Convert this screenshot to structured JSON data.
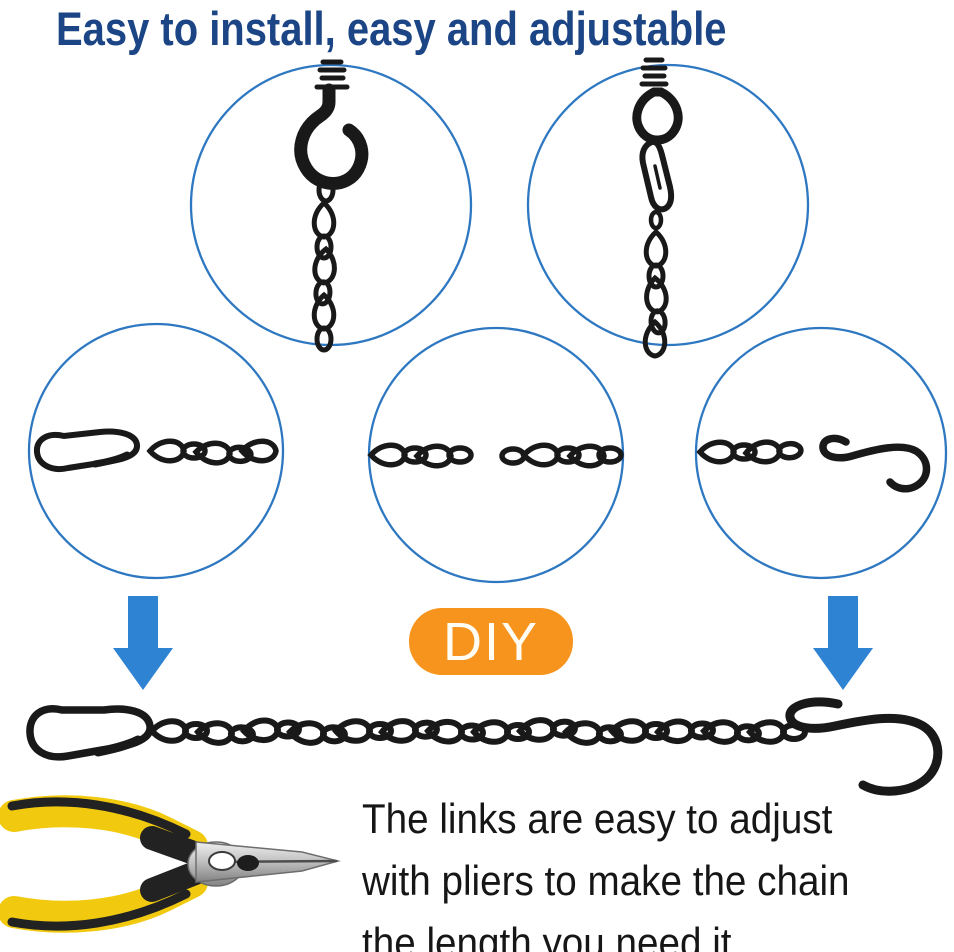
{
  "title": {
    "text": "Easy to install, easy and adjustable"
  },
  "badge": {
    "label": "DIY"
  },
  "description": {
    "line1": "The links are easy to adjust",
    "line2": "with pliers to make the chain",
    "line3": "the length you need it"
  },
  "figures": {
    "circle_top_left": "ceiling-cup-hook-with-chain",
    "circle_top_right": "eye-screw-with-snap-clip-and-chain",
    "circle_mid_left": "snap-clip-with-chain-links",
    "circle_mid_center": "separated-adjustable-chain-links",
    "circle_mid_right": "chain-links-with-s-hook",
    "bottom_product": "full-chain-with-snap-clip-and-s-hook",
    "tool": "needle-nose-pliers",
    "arrows": "blue-down-arrows"
  },
  "colors": {
    "title_blue": "#1c4586",
    "circle_stroke": "#2e78c2",
    "arrow_blue": "#2f83d3",
    "badge_orange": "#f7941e",
    "badge_text": "#fffdf4",
    "body_text": "#161616",
    "chain_black": "#191919",
    "plier_yellow": "#f1ca10",
    "plier_black": "#222222"
  }
}
